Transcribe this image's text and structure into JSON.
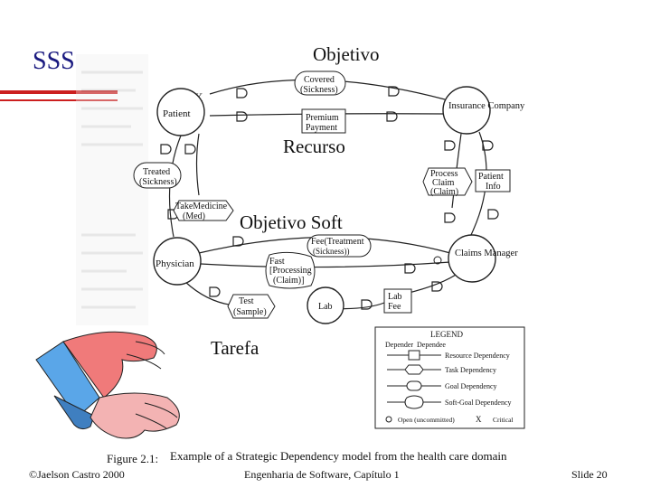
{
  "slide": {
    "title": "SSS",
    "overlay_labels": {
      "goal": "Objetivo",
      "resource": "Recurso",
      "softgoal": "Objetivo Soft",
      "task": "Tarefa"
    }
  },
  "diagram": {
    "actors": [
      "Patient",
      "Insurance\nCompany",
      "Physician",
      "Claims\nManager"
    ],
    "dependums": {
      "covered": [
        "Covered",
        "(Sickness)"
      ],
      "premium": [
        "Premium",
        "Payment"
      ],
      "treated": [
        "Treated",
        "(Sickness)"
      ],
      "take_medicine": [
        "TakeMedicine",
        "(Med)"
      ],
      "process_claim": [
        "Process",
        "Claim",
        "(Claim)"
      ],
      "patient_info": [
        "Patient",
        "Info"
      ],
      "fee_treatment": [
        "Fee(Treatment",
        "(Sickness))"
      ],
      "fast_processing": [
        "Fast",
        "[Processing",
        "(Claim)]"
      ],
      "test_sample": [
        "Test",
        "(Sample)"
      ],
      "lab": "Lab",
      "lab_fee": [
        "Lab",
        "Fee"
      ]
    },
    "legend": {
      "title": "LEGEND",
      "depender": "Depender",
      "dependee": "Dependee",
      "items": [
        "Resource Dependency",
        "Task Dependency",
        "Goal Dependency",
        "Soft-Goal Dependency"
      ],
      "open": "Open (uncommitted)",
      "critical": "Critical"
    },
    "caption_prefix": "Figure 2.1:",
    "caption": "Example of a Strategic Dependency model from the health care domain"
  },
  "footer": {
    "left": "©Jaelson Castro 2000",
    "center": "Engenharia de Software, Capítulo 1",
    "right": "Slide 20"
  }
}
